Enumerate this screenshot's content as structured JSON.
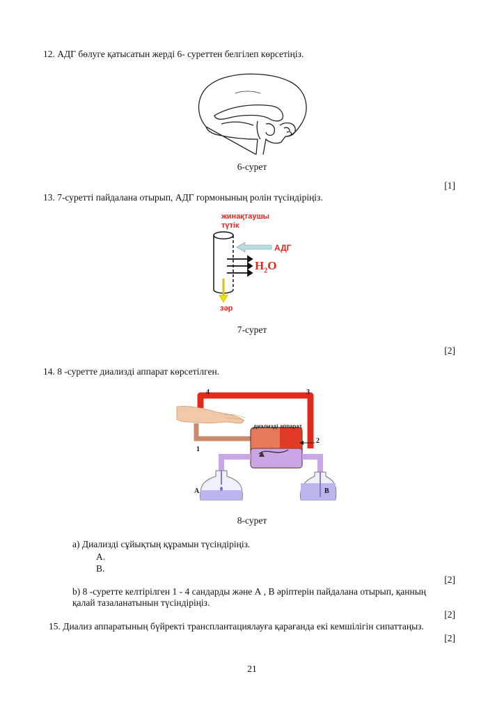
{
  "q12": {
    "text": "12. АДГ бөлуге қатысатын жерді 6- суреттен белгілеп көрсетіңіз.",
    "caption": "6-сурет",
    "mark": "[1]"
  },
  "q13": {
    "text": "13.  7-суретті пайдалана отырып, АДГ гормонының ролін түсіндіріңіз.",
    "caption": "7-сурет",
    "mark": "[2]",
    "figure": {
      "label_duct": "жинақтаушы түтік",
      "label_adh": "АДГ",
      "label_water": "H2O",
      "label_urine": "зәр",
      "colors": {
        "red": "#e8231b",
        "arrow_blue": "#b9dce0",
        "yellow": "#f2e200"
      }
    }
  },
  "q14": {
    "text": "14. 8 -суретте диализді аппарат көрсетілген.",
    "caption": "8-сурет",
    "figure": {
      "title": "диализді аппарат",
      "n1": "1",
      "n2": "2",
      "n3": "3",
      "n4": "4",
      "labelA": "A",
      "labelB": "B",
      "colors": {
        "blood": "#e02a1a",
        "tube_brown": "#c98a6e",
        "dialysate": "#c9a6e6",
        "water": "#b8b6ec"
      }
    },
    "a": {
      "text": "a) Диализді сұйықтың құрамын түсіндіріңіз.",
      "A": "А.",
      "B": "В.",
      "mark": "[2]"
    },
    "b": {
      "line1": "b) 8 -суретте келтірілген 1 - 4 сандарды және А , В әріптерін пайдалана отырып, қанның",
      "line2": "қалай тазаланатынын түсіндіріңіз.",
      "mark": "[2]"
    }
  },
  "q15": {
    "text": "15. Диализ аппаратының бүйректі трансплантациялауға қарағанда екі кемшілігін сипаттаңыз.",
    "mark": "[2]"
  },
  "page_number": "21"
}
